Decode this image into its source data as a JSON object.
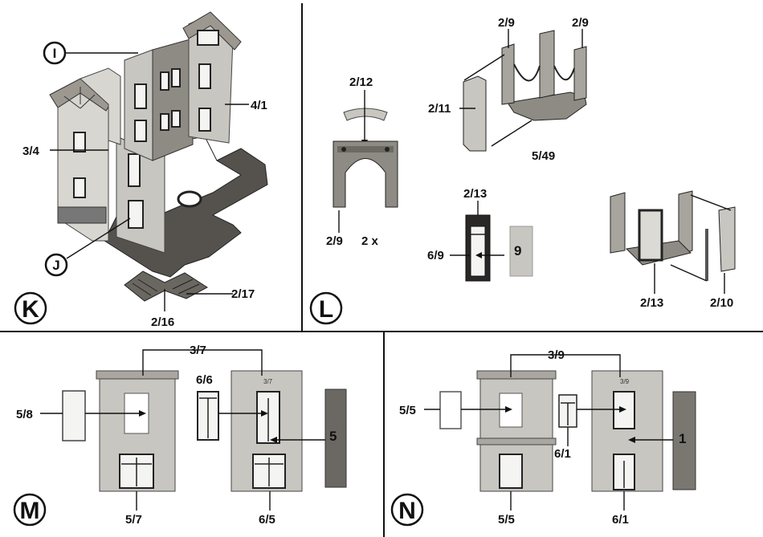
{
  "panels": {
    "K": {
      "letter": "K",
      "labels": {
        "i": "I",
        "j": "J",
        "l41": "4/1",
        "l34": "3/4",
        "l217": "2/17",
        "l216": "2/16"
      }
    },
    "L": {
      "letter": "L",
      "labels": {
        "l212": "2/12",
        "l29a": "2/9",
        "count": "2 x",
        "l29b": "2/9",
        "l29c": "2/9",
        "l211": "2/11",
        "l549": "5/49",
        "l213a": "2/13",
        "l69": "6/9",
        "n9": "9",
        "l213b": "2/13",
        "l210": "2/10"
      }
    },
    "M": {
      "letter": "M",
      "labels": {
        "l37": "3/7",
        "l58": "5/8",
        "l66": "6/6",
        "n5": "5",
        "l57": "5/7",
        "l65": "6/5",
        "stamp": "3/7"
      }
    },
    "N": {
      "letter": "N",
      "labels": {
        "l39": "3/9",
        "l55a": "5/5",
        "l61a": "6/1",
        "n1": "1",
        "l55b": "5/5",
        "l61b": "6/1",
        "stamp": "3/9"
      }
    }
  },
  "colors": {
    "wall": "#c8c6c0",
    "base": "#55524d",
    "line": "#111111"
  }
}
